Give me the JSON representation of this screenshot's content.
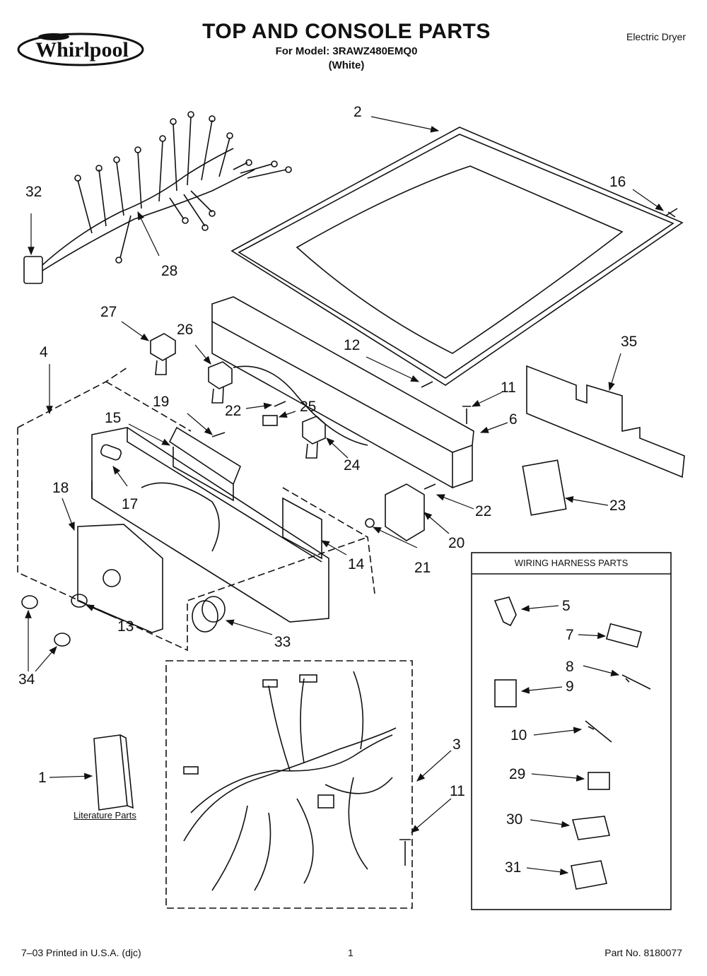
{
  "header": {
    "brand": "Whirlpool",
    "title": "TOP AND CONSOLE PARTS",
    "model_line": "For Model: 3RAWZ480EMQ0",
    "color": "(White)",
    "product_type": "Electric Dryer"
  },
  "wiring_box": {
    "title": "WIRING HARNESS PARTS"
  },
  "literature": {
    "label": "Literature Parts"
  },
  "callouts": {
    "c1": "1",
    "c2": "2",
    "c3": "3",
    "c4": "4",
    "c5": "5",
    "c6": "6",
    "c7": "7",
    "c8": "8",
    "c9": "9",
    "c10": "10",
    "c11a": "11",
    "c11b": "11",
    "c12": "12",
    "c13": "13",
    "c14": "14",
    "c15": "15",
    "c16": "16",
    "c17": "17",
    "c18": "18",
    "c19": "19",
    "c20": "20",
    "c21": "21",
    "c22a": "22",
    "c22b": "22",
    "c23": "23",
    "c24": "24",
    "c25": "25",
    "c26": "26",
    "c27": "27",
    "c28": "28",
    "c29": "29",
    "c30": "30",
    "c31": "31",
    "c32": "32",
    "c33": "33",
    "c34": "34",
    "c35": "35"
  },
  "footer": {
    "printed": "7–03 Printed in U.S.A. (djc)",
    "page": "1",
    "part_no": "Part No. 8180077"
  }
}
